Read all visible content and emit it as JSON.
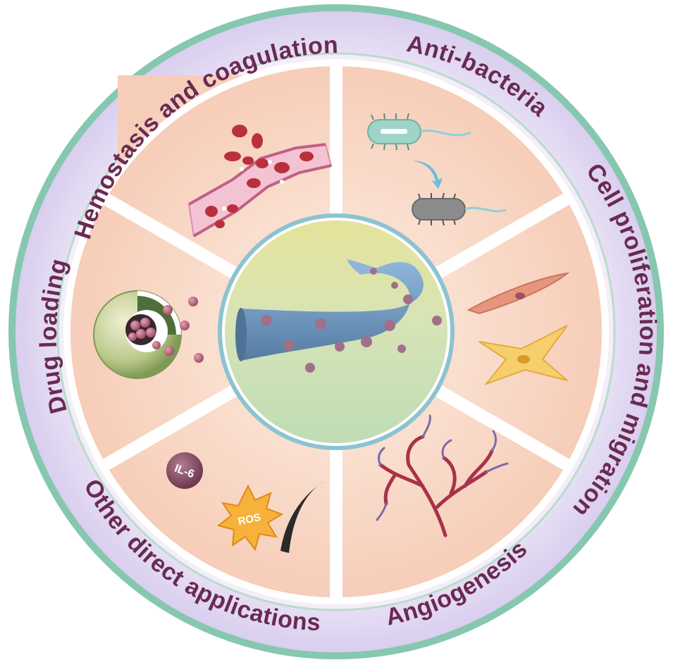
{
  "ring_labels": {
    "hemostasis": "Hemostasis and coagulation",
    "antibacteria": "Anti-bacteria",
    "cell_proliferation": "Cell proliferation and migration",
    "angiogenesis": "Angiogenesis",
    "other_applications": "Other direct applications",
    "drug_loading": "Drug loading"
  },
  "badges": {
    "il6": "IL-6",
    "ros": "ROS"
  },
  "colors": {
    "outer_ring": "#d9d2ef",
    "outer_border": "#86c7b0",
    "segment_fill": "#f8d7c6",
    "label_text": "#6a2a52",
    "fiber": "#6f97bd",
    "particle": "#a07088"
  }
}
